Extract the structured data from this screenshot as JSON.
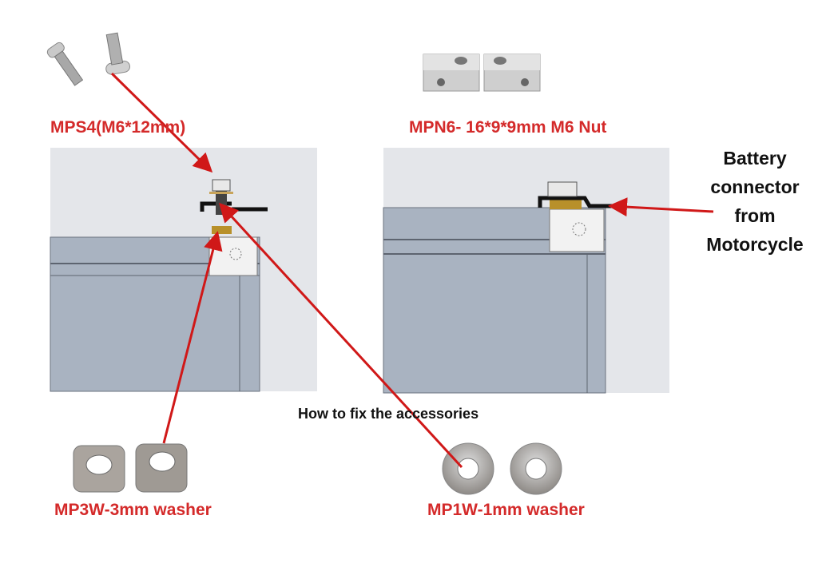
{
  "labels": {
    "screw": "MPS4(M6*12mm)",
    "nut": "MPN6- 16*9*9mm M6 Nut",
    "connector": [
      "Battery",
      "connector",
      "from",
      "Motorcycle"
    ],
    "caption": "How to fix the accessories",
    "washer_3mm": "MP3W-3mm washer",
    "washer_1mm": "MP1W-1mm washer"
  },
  "colors": {
    "label_red": "#d42a2a",
    "arrow_red": "#d01818",
    "panel_bg": "#e4e6ea",
    "battery": "#a9b3c1",
    "brass": "#b8902a"
  }
}
